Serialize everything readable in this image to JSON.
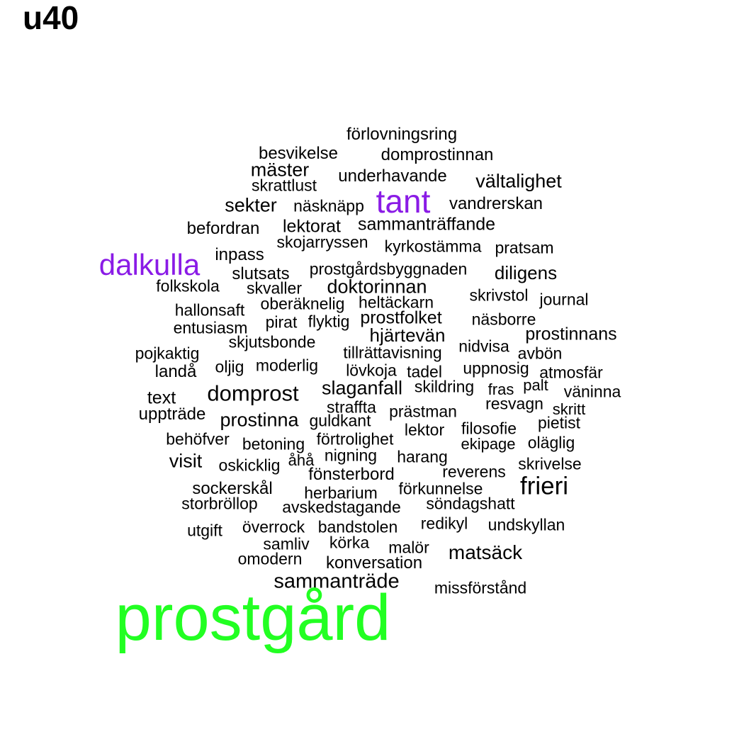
{
  "title": "u40",
  "colors": {
    "default": "#000000",
    "accent": "#8a1be6",
    "highlight": "#22ff22"
  },
  "words": [
    {
      "text": "förlovningsring",
      "tier": "small"
    },
    {
      "text": "besvikelse",
      "tier": "small"
    },
    {
      "text": "domprostinnan",
      "tier": "small"
    },
    {
      "text": "mäster",
      "tier": "medium"
    },
    {
      "text": "underhavande",
      "tier": "small"
    },
    {
      "text": "skrattlust",
      "tier": "small"
    },
    {
      "text": "vältalighet",
      "tier": "medium"
    },
    {
      "text": "tant",
      "tier": "large",
      "color": "accent"
    },
    {
      "text": "sekter",
      "tier": "medium"
    },
    {
      "text": "näsknäpp",
      "tier": "small"
    },
    {
      "text": "vandrerskan",
      "tier": "small"
    },
    {
      "text": "befordran",
      "tier": "small"
    },
    {
      "text": "lektorat",
      "tier": "small"
    },
    {
      "text": "sammanträffande",
      "tier": "small"
    },
    {
      "text": "skojarryssen",
      "tier": "small"
    },
    {
      "text": "kyrkostämma",
      "tier": "small"
    },
    {
      "text": "pratsam",
      "tier": "small"
    },
    {
      "text": "inpass",
      "tier": "small"
    },
    {
      "text": "dalkulla",
      "tier": "large",
      "color": "accent"
    },
    {
      "text": "slutsats",
      "tier": "small"
    },
    {
      "text": "prostgårdsbyggnaden",
      "tier": "small"
    },
    {
      "text": "diligens",
      "tier": "medium"
    },
    {
      "text": "folkskola",
      "tier": "small"
    },
    {
      "text": "skvaller",
      "tier": "small"
    },
    {
      "text": "doktorinnan",
      "tier": "medium"
    },
    {
      "text": "skrivstol",
      "tier": "small"
    },
    {
      "text": "journal",
      "tier": "small"
    },
    {
      "text": "oberäknelig",
      "tier": "small"
    },
    {
      "text": "heltäckarn",
      "tier": "small"
    },
    {
      "text": "hallonsaft",
      "tier": "small"
    },
    {
      "text": "prostfolket",
      "tier": "medium"
    },
    {
      "text": "pirat",
      "tier": "small"
    },
    {
      "text": "flyktig",
      "tier": "small"
    },
    {
      "text": "näsborre",
      "tier": "small"
    },
    {
      "text": "entusiasm",
      "tier": "small"
    },
    {
      "text": "hjärtevän",
      "tier": "medium"
    },
    {
      "text": "prostinnans",
      "tier": "medium"
    },
    {
      "text": "skjutsbonde",
      "tier": "small"
    },
    {
      "text": "nidvisa",
      "tier": "small"
    },
    {
      "text": "pojkaktig",
      "tier": "small"
    },
    {
      "text": "tillrättavisning",
      "tier": "small"
    },
    {
      "text": "avbön",
      "tier": "small"
    },
    {
      "text": "oljig",
      "tier": "small"
    },
    {
      "text": "moderlig",
      "tier": "small"
    },
    {
      "text": "landå",
      "tier": "small"
    },
    {
      "text": "lövkoja",
      "tier": "small"
    },
    {
      "text": "tadel",
      "tier": "small"
    },
    {
      "text": "uppnosig",
      "tier": "small"
    },
    {
      "text": "atmosfär",
      "tier": "small"
    },
    {
      "text": "domprost",
      "tier": "medium-large"
    },
    {
      "text": "slaganfall",
      "tier": "medium"
    },
    {
      "text": "skildring",
      "tier": "small"
    },
    {
      "text": "palt",
      "tier": "small"
    },
    {
      "text": "fras",
      "tier": "small"
    },
    {
      "text": "väninna",
      "tier": "small"
    },
    {
      "text": "text",
      "tier": "small"
    },
    {
      "text": "straffta",
      "tier": "small"
    },
    {
      "text": "resvagn",
      "tier": "small"
    },
    {
      "text": "skritt",
      "tier": "small"
    },
    {
      "text": "uppträde",
      "tier": "small"
    },
    {
      "text": "prostinna",
      "tier": "medium"
    },
    {
      "text": "prästman",
      "tier": "small"
    },
    {
      "text": "guldkant",
      "tier": "small"
    },
    {
      "text": "pietist",
      "tier": "small"
    },
    {
      "text": "lektor",
      "tier": "small"
    },
    {
      "text": "filosofie",
      "tier": "small"
    },
    {
      "text": "behöfver",
      "tier": "small"
    },
    {
      "text": "förtrolighet",
      "tier": "small"
    },
    {
      "text": "betoning",
      "tier": "small"
    },
    {
      "text": "ekipage",
      "tier": "small"
    },
    {
      "text": "oläglig",
      "tier": "small"
    },
    {
      "text": "visit",
      "tier": "medium"
    },
    {
      "text": "nigning",
      "tier": "small"
    },
    {
      "text": "harang",
      "tier": "small"
    },
    {
      "text": "oskicklig",
      "tier": "small"
    },
    {
      "text": "åhå",
      "tier": "small"
    },
    {
      "text": "skrivelse",
      "tier": "small"
    },
    {
      "text": "fönsterbord",
      "tier": "small"
    },
    {
      "text": "reverens",
      "tier": "small"
    },
    {
      "text": "frieri",
      "tier": "medium-large"
    },
    {
      "text": "sockerskål",
      "tier": "small"
    },
    {
      "text": "herbarium",
      "tier": "small"
    },
    {
      "text": "förkunnelse",
      "tier": "small"
    },
    {
      "text": "storbröllop",
      "tier": "small"
    },
    {
      "text": "söndagshatt",
      "tier": "small"
    },
    {
      "text": "avskedstagande",
      "tier": "small"
    },
    {
      "text": "redikyl",
      "tier": "small"
    },
    {
      "text": "undskyllan",
      "tier": "small"
    },
    {
      "text": "utgift",
      "tier": "small"
    },
    {
      "text": "överrock",
      "tier": "small"
    },
    {
      "text": "bandstolen",
      "tier": "small"
    },
    {
      "text": "samliv",
      "tier": "small"
    },
    {
      "text": "körka",
      "tier": "small"
    },
    {
      "text": "malör",
      "tier": "small"
    },
    {
      "text": "matsäck",
      "tier": "medium"
    },
    {
      "text": "omodern",
      "tier": "small"
    },
    {
      "text": "konversation",
      "tier": "small"
    },
    {
      "text": "sammanträde",
      "tier": "medium"
    },
    {
      "text": "missförstånd",
      "tier": "small"
    },
    {
      "text": "prostgård",
      "tier": "huge",
      "color": "highlight"
    }
  ]
}
